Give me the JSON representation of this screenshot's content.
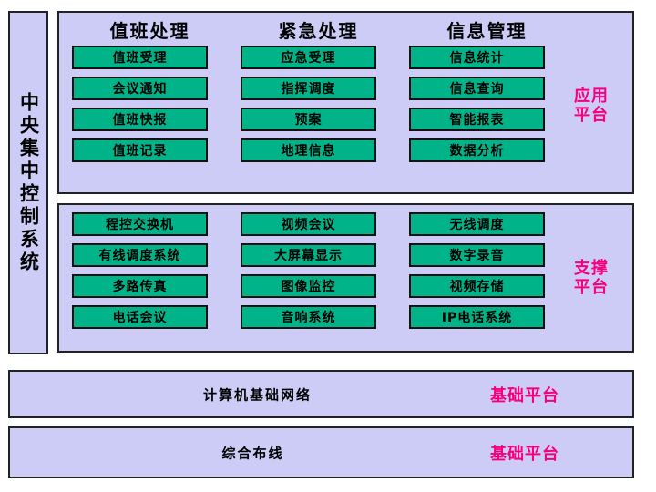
{
  "diagram": {
    "title_vertical": "中央集中控制系统",
    "colors": {
      "panel_background": "#ccccf6",
      "button_fill": "#00b388",
      "tag_text": "#f5007f",
      "border": "#222222",
      "page_background": "#ffffff"
    }
  },
  "sidebar": {
    "label": "中央集中控制系统"
  },
  "panels": [
    {
      "id": "application-platform",
      "tag": "应用\n平台",
      "tag_line1": "应用",
      "tag_line2": "平台",
      "columns": [
        {
          "header": "值班处理",
          "items": [
            "值班受理",
            "会议通知",
            "值班快报",
            "值班记录"
          ]
        },
        {
          "header": "紧急处理",
          "items": [
            "应急受理",
            "指挥调度",
            "预案",
            "地理信息"
          ]
        },
        {
          "header": "信息管理",
          "items": [
            "信息统计",
            "信息查询",
            "智能报表",
            "数据分析"
          ]
        }
      ]
    },
    {
      "id": "support-platform",
      "tag_line1": "支撑",
      "tag_line2": "平台",
      "columns": [
        {
          "header": "",
          "items": [
            "程控交换机",
            "有线调度系统",
            "多路传真",
            "电话会议"
          ]
        },
        {
          "header": "",
          "items": [
            "视频会议",
            "大屏幕显示",
            "图像监控",
            "音响系统"
          ]
        },
        {
          "header": "",
          "items": [
            "无线调度",
            "数字录音",
            "视频存储",
            "IP电话系统"
          ]
        }
      ]
    }
  ],
  "bars": [
    {
      "id": "network",
      "title": "计算机基础网络",
      "tag": "基础平台"
    },
    {
      "id": "cabling",
      "title": "综合布线",
      "tag": "基础平台"
    }
  ]
}
